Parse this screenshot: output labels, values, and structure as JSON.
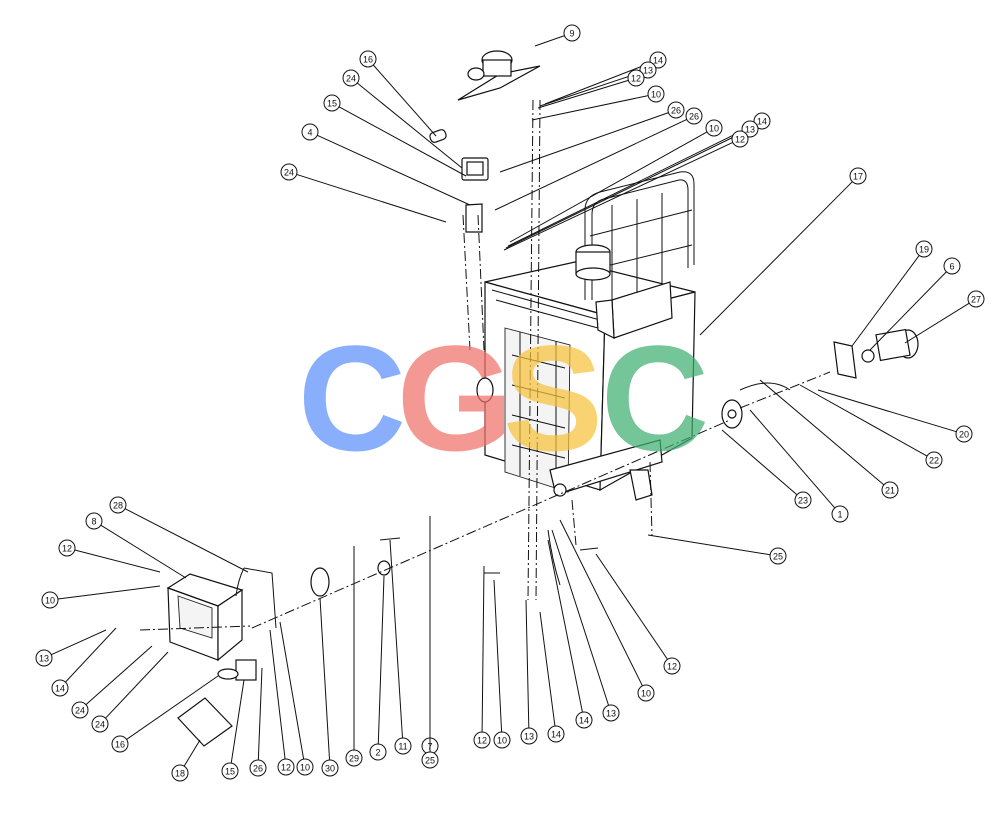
{
  "callouts": [
    {
      "label": "9"
    },
    {
      "label": "14"
    },
    {
      "label": "13"
    },
    {
      "label": "12"
    },
    {
      "label": "10"
    },
    {
      "label": "26"
    },
    {
      "label": "26"
    },
    {
      "label": "10"
    },
    {
      "label": "14"
    },
    {
      "label": "13"
    },
    {
      "label": "12"
    },
    {
      "label": "16"
    },
    {
      "label": "24"
    },
    {
      "label": "15"
    },
    {
      "label": "4"
    },
    {
      "label": "24"
    },
    {
      "label": "17"
    },
    {
      "label": "19"
    },
    {
      "label": "6"
    },
    {
      "label": "27"
    },
    {
      "label": "20"
    },
    {
      "label": "22"
    },
    {
      "label": "21"
    },
    {
      "label": "1"
    },
    {
      "label": "23"
    },
    {
      "label": "25"
    },
    {
      "label": "28"
    },
    {
      "label": "8"
    },
    {
      "label": "12"
    },
    {
      "label": "10"
    },
    {
      "label": "13"
    },
    {
      "label": "14"
    },
    {
      "label": "24"
    },
    {
      "label": "24"
    },
    {
      "label": "16"
    },
    {
      "label": "18"
    },
    {
      "label": "15"
    },
    {
      "label": "26"
    },
    {
      "label": "12"
    },
    {
      "label": "10"
    },
    {
      "label": "30"
    },
    {
      "label": "29"
    },
    {
      "label": "2"
    },
    {
      "label": "11"
    },
    {
      "label": "7"
    },
    {
      "label": "25"
    },
    {
      "label": "12"
    },
    {
      "label": "10"
    },
    {
      "label": "13"
    },
    {
      "label": "14"
    },
    {
      "label": "14"
    },
    {
      "label": "13"
    },
    {
      "label": "10"
    },
    {
      "label": "12"
    }
  ],
  "watermark": {
    "letters": [
      "C",
      "G",
      "S",
      "C"
    ],
    "colors": [
      "#5b8ff9",
      "#f0706a",
      "#f7c23a",
      "#3fae6f"
    ]
  }
}
